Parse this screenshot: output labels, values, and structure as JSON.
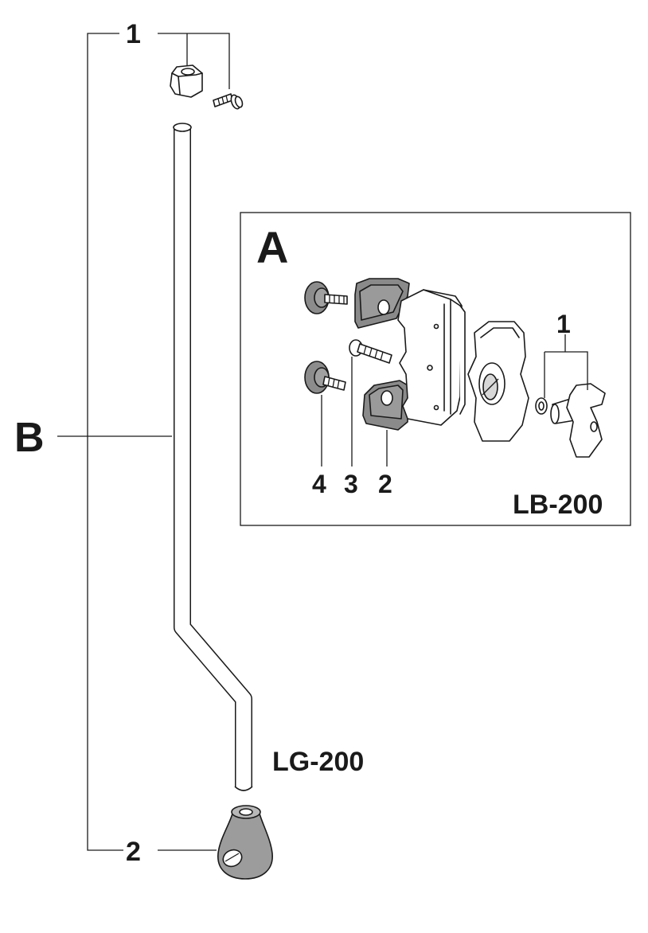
{
  "diagram": {
    "main_labels": {
      "b": "B",
      "a": "A"
    },
    "callouts_b": {
      "top": "1",
      "bottom": "2"
    },
    "callouts_a": {
      "knob": "1",
      "pad": "2",
      "screw": "3",
      "bolt": "4"
    },
    "models": {
      "rod": "LG-200",
      "bracket": "LB-200"
    },
    "colors": {
      "line": "#1a1a1a",
      "part_light": "#ffffff",
      "part_mid": "#a8a8a8",
      "part_dark": "#7c7c7c",
      "rubber": "#8a8a8a"
    }
  }
}
